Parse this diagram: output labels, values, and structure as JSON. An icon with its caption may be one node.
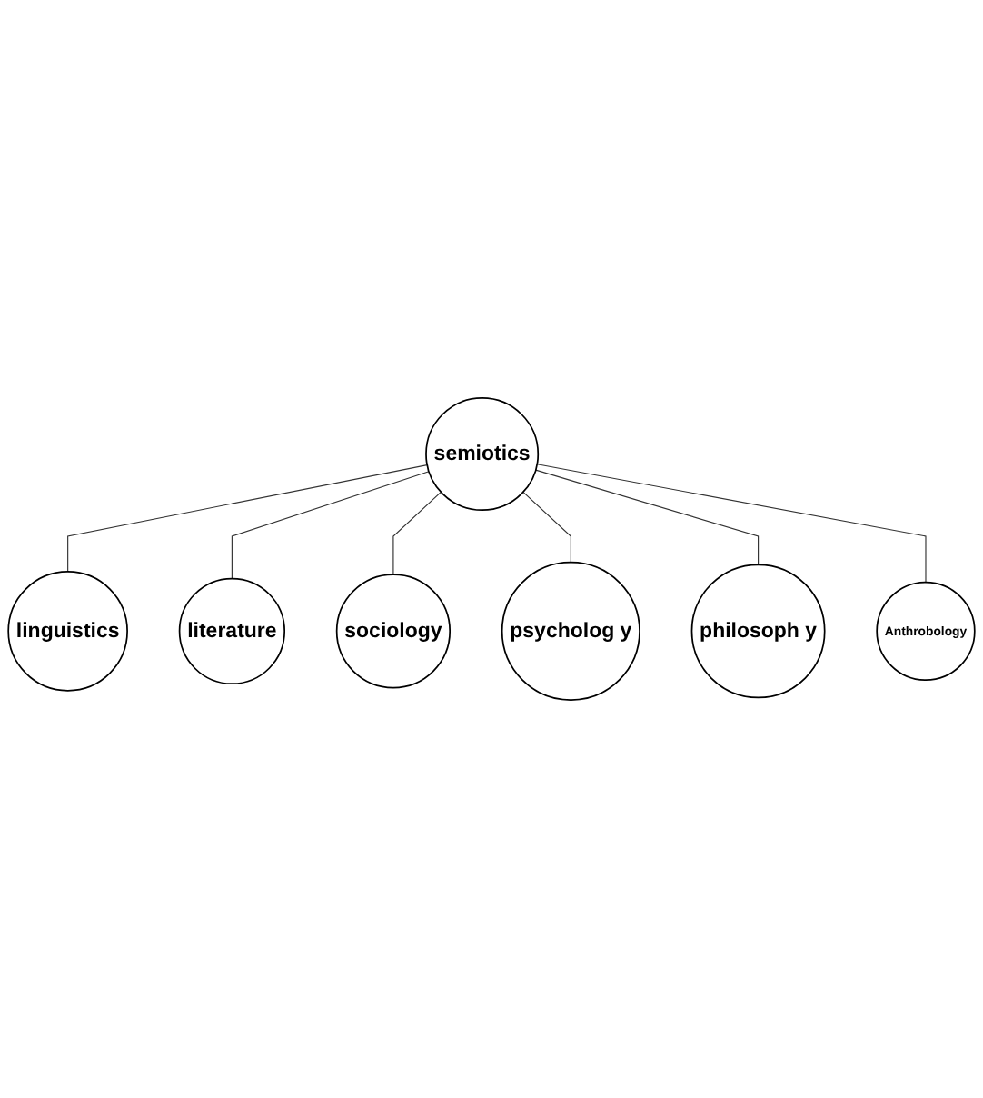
{
  "diagram": {
    "nodes": [
      {
        "text": [
          "linguistics"
        ]
      },
      {
        "text": [
          "Anthrobology"
        ]
      },
      {
        "text": [
          "literature"
        ]
      },
      {
        "text": [
          "semiotics"
        ]
      },
      {
        "text": [
          "philosoph y"
        ]
      },
      {
        "text": [
          "sociology"
        ]
      },
      {
        "text": [
          "psycholog y"
        ]
      }
    ],
    "edges": [
      {
        "from": 3,
        "to": 0,
        "arrow": "none"
      },
      {
        "from": 3,
        "to": 2,
        "arrow": "none"
      },
      {
        "from": 3,
        "to": 5,
        "arrow": "none"
      },
      {
        "from": 3,
        "to": 6,
        "arrow": "none"
      },
      {
        "from": 3,
        "to": 4,
        "arrow": "none"
      },
      {
        "from": 3,
        "to": 1,
        "arrow": "none"
      }
    ]
  }
}
